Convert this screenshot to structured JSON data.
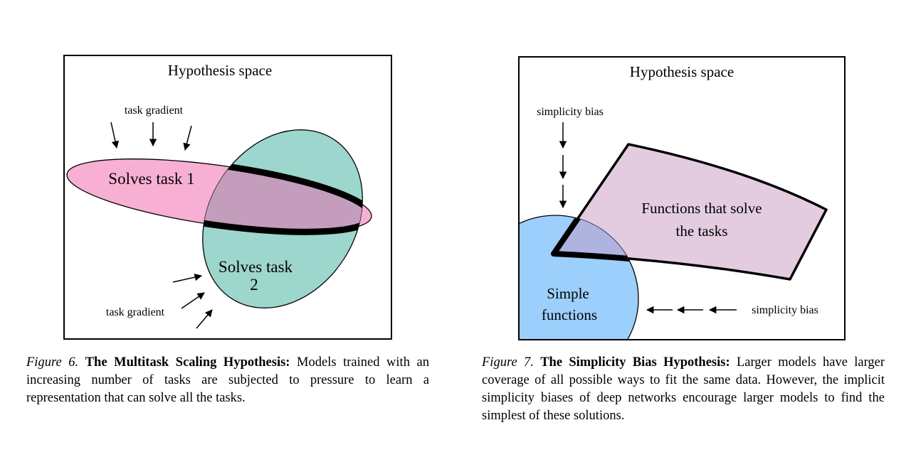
{
  "figure6": {
    "panel_title": "Hypothesis space",
    "top_arrow_label": "task gradient",
    "bottom_arrow_label": "task gradient",
    "ellipse1_label": "Solves task 1",
    "ellipse2_label_line1": "Solves task",
    "ellipse2_label_line2": "2",
    "colors": {
      "task1": "#f7b0d3",
      "task2": "#9dd6cc",
      "overlap": "#c49dbd"
    },
    "caption": {
      "label": "Figure 6.",
      "title": "The Multitask Scaling Hypothesis:",
      "text": "Models trained with an increasing number of tasks are subjected to pressure to learn a representation that can solve all the tasks."
    }
  },
  "figure7": {
    "panel_title": "Hypothesis space",
    "vertical_arrow_label": "simplicity bias",
    "horizontal_arrow_label": "simplicity bias",
    "region_label_line1": "Functions that solve",
    "region_label_line2": "the tasks",
    "circle_label_line1": "Simple",
    "circle_label_line2": "functions",
    "colors": {
      "functions": "#e3cce0",
      "simple": "#9ccffb",
      "overlap": "#aeb3e0"
    },
    "caption": {
      "label": "Figure 7.",
      "title": "The Simplicity Bias Hypothesis:",
      "text": "Larger models have larger coverage of all possible ways to fit the same data. However, the implicit simplicity biases of deep networks encourage larger models to find the simplest of these solutions."
    }
  }
}
